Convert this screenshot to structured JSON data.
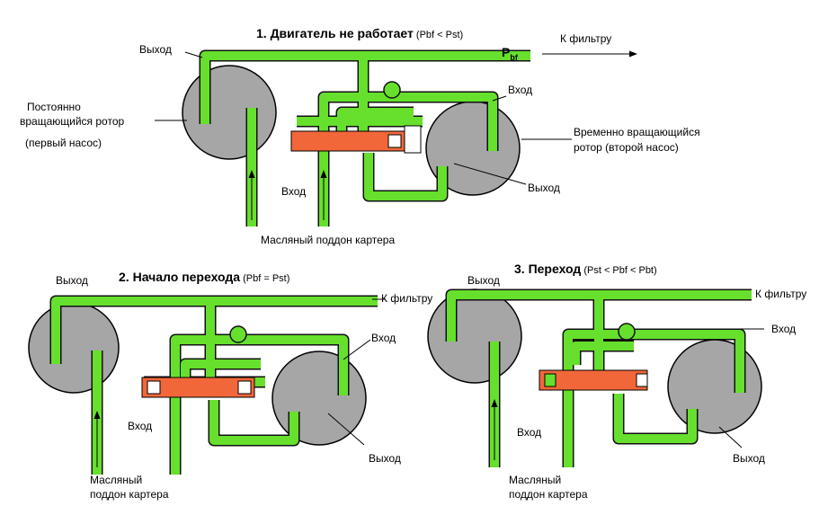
{
  "diagrams": [
    {
      "title_num": "1. ",
      "title_main": "Двигатель не работает",
      "title_cond": " (Pbf < Pst)",
      "labels": {
        "outlet_left": "Выход",
        "rotor1_line1": "Постоянно",
        "rotor1_line2": "вращающийся ротор",
        "rotor1_line3": "(первый насос)",
        "inlet_right": "Вход",
        "rotor2_line1": "Временно вращающийся",
        "rotor2_line2": "ротор (второй насос)",
        "inlet_left": "Вход",
        "outlet_right": "Выход",
        "sump": "Масляный поддон картера",
        "to_filter": "К фильтру",
        "pbf_p": "P",
        "pbf_sub": "bf"
      }
    },
    {
      "title_num": "2. ",
      "title_main": "Начало перехода",
      "title_cond": " (Pbf = Pst)",
      "labels": {
        "outlet_left": "Выход",
        "to_filter": "К фильтру",
        "inlet_right": "Вход",
        "inlet_left": "Вход",
        "outlet_right": "Выход",
        "sump_line1": "Масляный",
        "sump_line2": "поддон картера"
      }
    },
    {
      "title_num": "3. ",
      "title_main": "Переход",
      "title_cond": " (Pst < Pbf < Pbt)",
      "labels": {
        "outlet_left": "Выход",
        "to_filter": "К фильтру",
        "inlet_right": "Вход",
        "inlet_left": "Вход",
        "outlet_right": "Выход",
        "sump_line1": "Масляный",
        "sump_line2": "поддон картера"
      }
    }
  ],
  "colors": {
    "oil_pipe": "#66e02c",
    "valve": "#f2673a",
    "rotor": "#a6a6a6"
  }
}
